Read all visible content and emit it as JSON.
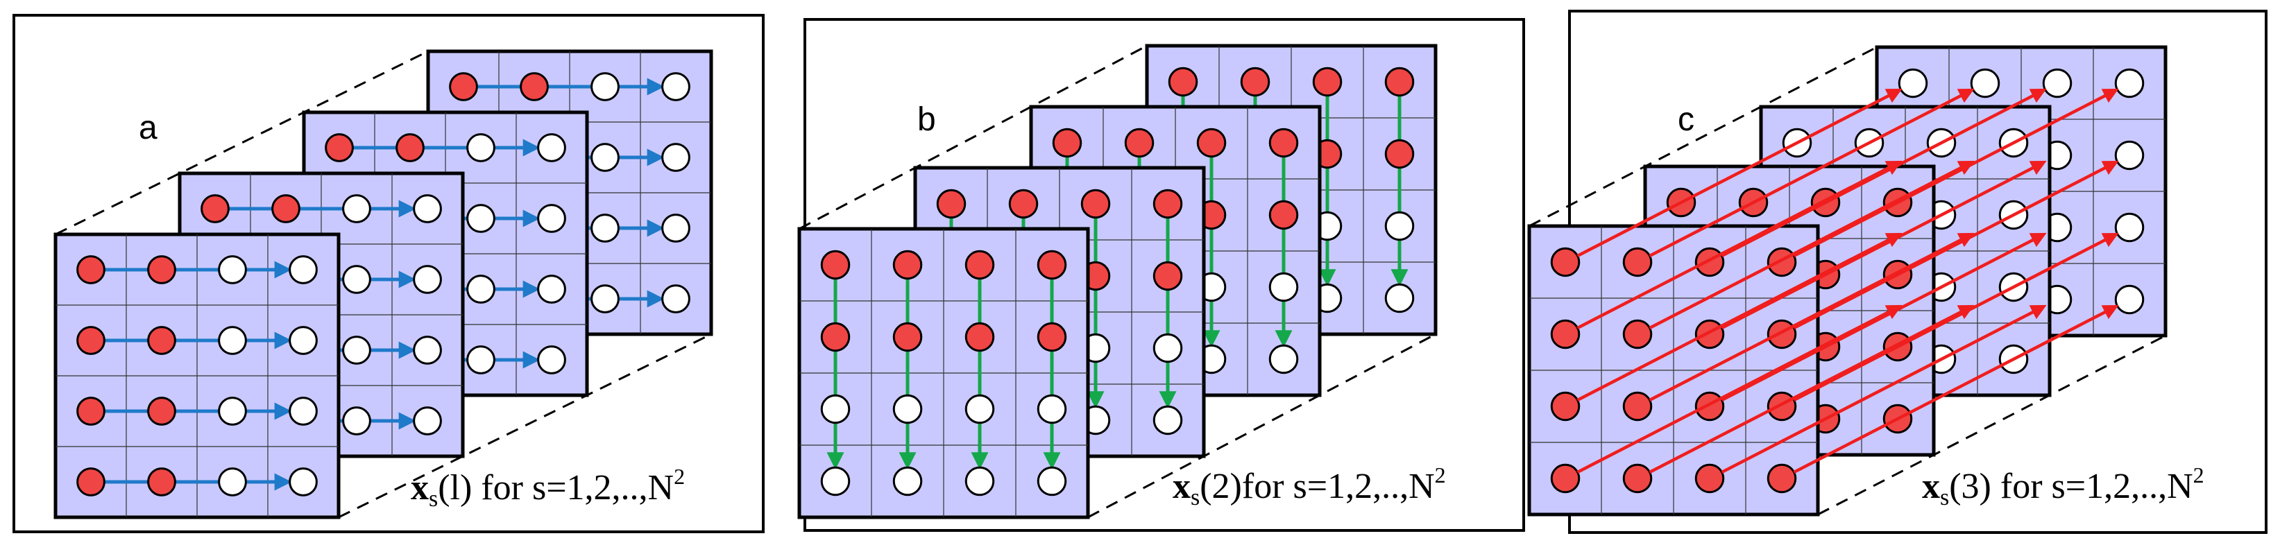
{
  "colors": {
    "cell_fill": "#c9c9ff",
    "grid_line": "#000000",
    "red_dot": "#f04545",
    "white_dot": "#ffffff",
    "blue_arrow": "#1f7ac9",
    "green_arrow": "#14a84a",
    "red_arrow": "#f01e1e"
  },
  "panels": [
    {
      "letter": "a",
      "caption": {
        "var": "x",
        "sub": "s",
        "arg": "(l)",
        "rest": " for s=1,2,..,N",
        "sup": "2"
      },
      "arrow_color_key": "blue_arrow",
      "direction": "horizontal"
    },
    {
      "letter": "b",
      "caption": {
        "var": "x",
        "sub": "s",
        "arg": "(2)",
        "rest": "for s=1,2,..,N",
        "sup": "2"
      },
      "arrow_color_key": "green_arrow",
      "direction": "vertical"
    },
    {
      "letter": "c",
      "caption": {
        "var": "x",
        "sub": "s",
        "arg": "(3)",
        "rest": " for s=1,2,..,N",
        "sup": "2"
      },
      "arrow_color_key": "red_arrow",
      "direction": "depth"
    }
  ]
}
